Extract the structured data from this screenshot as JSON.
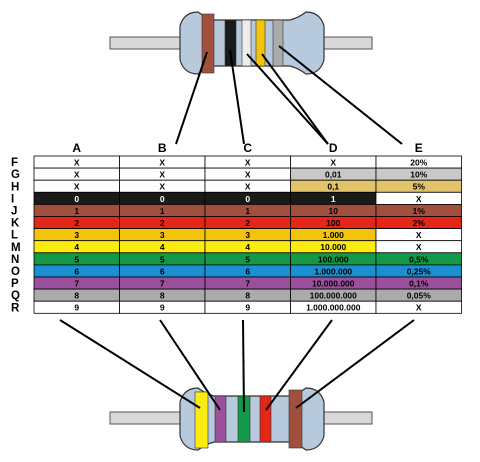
{
  "column_headers": [
    "A",
    "B",
    "C",
    "D",
    "E"
  ],
  "rows": [
    {
      "label": "F",
      "cells": [
        "X",
        "X",
        "X",
        "X",
        "20%"
      ],
      "fills": [
        "#ffffff",
        "#ffffff",
        "#ffffff",
        "#ffffff",
        "#ffffff"
      ],
      "text_colors": [
        "#000000",
        "#000000",
        "#000000",
        "#000000",
        "#000000"
      ]
    },
    {
      "label": "G",
      "cells": [
        "X",
        "X",
        "X",
        "0,01",
        "10%"
      ],
      "fills": [
        "#ffffff",
        "#ffffff",
        "#ffffff",
        "#c8c8c8",
        "#c8c8c8"
      ],
      "text_colors": [
        "#000000",
        "#000000",
        "#000000",
        "#000000",
        "#000000"
      ]
    },
    {
      "label": "H",
      "cells": [
        "X",
        "X",
        "X",
        "0,1",
        "5%"
      ],
      "fills": [
        "#ffffff",
        "#ffffff",
        "#ffffff",
        "#e2c26a",
        "#e2c26a"
      ],
      "text_colors": [
        "#000000",
        "#000000",
        "#000000",
        "#000000",
        "#000000"
      ]
    },
    {
      "label": "I",
      "cells": [
        "0",
        "0",
        "0",
        "1",
        "X"
      ],
      "fills": [
        "#1a1a1a",
        "#1a1a1a",
        "#1a1a1a",
        "#1a1a1a",
        "#ffffff"
      ],
      "text_colors": [
        "#ffffff",
        "#ffffff",
        "#ffffff",
        "#ffffff",
        "#000000"
      ]
    },
    {
      "label": "J",
      "cells": [
        "1",
        "1",
        "1",
        "10",
        "1%"
      ],
      "fills": [
        "#a0503c",
        "#a0503c",
        "#a0503c",
        "#a0503c",
        "#a0503c"
      ],
      "text_colors": [
        "#000000",
        "#000000",
        "#000000",
        "#000000",
        "#000000"
      ]
    },
    {
      "label": "K",
      "cells": [
        "2",
        "2",
        "2",
        "100",
        "2%"
      ],
      "fills": [
        "#e42618",
        "#e42618",
        "#e42618",
        "#e42618",
        "#e42618"
      ],
      "text_colors": [
        "#000000",
        "#000000",
        "#000000",
        "#000000",
        "#000000"
      ]
    },
    {
      "label": "L",
      "cells": [
        "3",
        "3",
        "3",
        "1.000",
        "X"
      ],
      "fills": [
        "#f2c40c",
        "#f2c40c",
        "#f2c40c",
        "#f2c40c",
        "#ffffff"
      ],
      "text_colors": [
        "#000000",
        "#000000",
        "#000000",
        "#000000",
        "#000000"
      ]
    },
    {
      "label": "M",
      "cells": [
        "4",
        "4",
        "4",
        "10.000",
        "X"
      ],
      "fills": [
        "#fbeb10",
        "#fbeb10",
        "#fbeb10",
        "#fbeb10",
        "#ffffff"
      ],
      "text_colors": [
        "#000000",
        "#000000",
        "#000000",
        "#000000",
        "#000000"
      ]
    },
    {
      "label": "N",
      "cells": [
        "5",
        "5",
        "5",
        "100.000",
        "0,5%"
      ],
      "fills": [
        "#129a48",
        "#129a48",
        "#129a48",
        "#129a48",
        "#129a48"
      ],
      "text_colors": [
        "#000000",
        "#000000",
        "#000000",
        "#000000",
        "#000000"
      ]
    },
    {
      "label": "O",
      "cells": [
        "6",
        "6",
        "6",
        "1.000.000",
        "0,25%"
      ],
      "fills": [
        "#1a8fd2",
        "#1a8fd2",
        "#1a8fd2",
        "#1a8fd2",
        "#1a8fd2"
      ],
      "text_colors": [
        "#000000",
        "#000000",
        "#000000",
        "#000000",
        "#000000"
      ]
    },
    {
      "label": "P",
      "cells": [
        "7",
        "7",
        "7",
        "10.000.000",
        "0,1%"
      ],
      "fills": [
        "#9b4f9d",
        "#9b4f9d",
        "#9b4f9d",
        "#9b4f9d",
        "#9b4f9d"
      ],
      "text_colors": [
        "#000000",
        "#000000",
        "#000000",
        "#000000",
        "#000000"
      ]
    },
    {
      "label": "Q",
      "cells": [
        "8",
        "8",
        "8",
        "100.000.000",
        "0,05%"
      ],
      "fills": [
        "#ababab",
        "#ababab",
        "#ababab",
        "#ababab",
        "#ababab"
      ],
      "text_colors": [
        "#000000",
        "#000000",
        "#000000",
        "#000000",
        "#000000"
      ]
    },
    {
      "label": "R",
      "cells": [
        "9",
        "9",
        "9",
        "1.000.000.000",
        "X"
      ],
      "fills": [
        "#ffffff",
        "#ffffff",
        "#ffffff",
        "#ffffff",
        "#ffffff"
      ],
      "text_colors": [
        "#000000",
        "#000000",
        "#000000",
        "#000000",
        "#000000"
      ]
    }
  ],
  "top_resistor": {
    "body_color": "#b7c9dc",
    "lead_color": "#d8d8d8",
    "bands": [
      {
        "color": "#a0503c",
        "name": "brown"
      },
      {
        "color": "#1a1a1a",
        "name": "black"
      },
      {
        "color": "#ededed",
        "name": "white"
      },
      {
        "color": "#f2c40c",
        "name": "yellow"
      },
      {
        "color": "#ababab",
        "name": "gray"
      }
    ]
  },
  "bottom_resistor": {
    "body_color": "#b7c9dc",
    "lead_color": "#d8d8d8",
    "bands": [
      {
        "color": "#fbeb10",
        "name": "yellow"
      },
      {
        "color": "#9b4f9d",
        "name": "violet"
      },
      {
        "color": "#129a48",
        "name": "green"
      },
      {
        "color": "#e42618",
        "name": "red"
      },
      {
        "color": "#a0503c",
        "name": "brown"
      }
    ]
  }
}
